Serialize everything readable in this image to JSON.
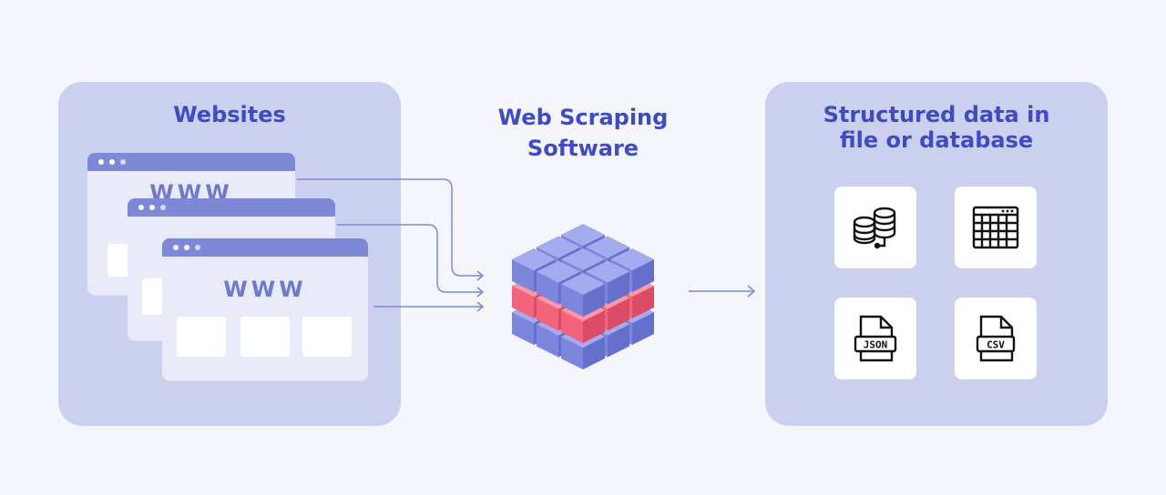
{
  "diagram": {
    "left_panel": {
      "title": "Websites",
      "browsers": [
        {
          "label": "WWW"
        },
        {
          "label": "WWW"
        }
      ]
    },
    "middle": {
      "title_lines": [
        "Web Scraping",
        "Software"
      ]
    },
    "right_panel": {
      "title_lines": [
        "Structured data in",
        "file or database"
      ],
      "icons": [
        "database-icon",
        "spreadsheet-icon",
        "json-file-icon",
        "csv-file-icon"
      ],
      "json_label": "JSON",
      "csv_label": "CSV"
    },
    "colors": {
      "background": "#f4f6fb",
      "panel": "#cbd0ef",
      "title": "#3f4bc4",
      "browser_bar": "#7d88d6",
      "arrow": "#6f79cf",
      "cube_blue": "#7c86dc",
      "cube_red": "#f2637c"
    }
  }
}
